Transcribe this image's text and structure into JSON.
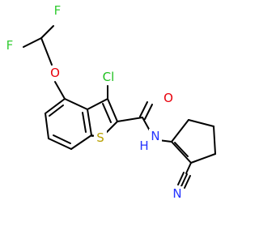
{
  "colors": {
    "carbon_bond": "#000000",
    "fluorine": "#33cc33",
    "oxygen": "#e8000b",
    "chlorine": "#1fc01f",
    "sulfur": "#b8a000",
    "nitrogen": "#2433ff",
    "background": "#ffffff"
  },
  "atoms": {
    "f_top": {
      "text": "F",
      "element": "fluorine"
    },
    "f_left": {
      "text": "F",
      "element": "fluorine"
    },
    "o_ether": {
      "text": "O",
      "element": "oxygen"
    },
    "cl": {
      "text": "Cl",
      "element": "chlorine"
    },
    "o_carbonyl": {
      "text": "O",
      "element": "oxygen"
    },
    "s_ring": {
      "text": "S",
      "element": "sulfur"
    },
    "nh": {
      "text": "N",
      "element": "nitrogen"
    },
    "h_amide": {
      "text": "H",
      "element": "nitrogen"
    },
    "n_nitrile": {
      "text": "N",
      "element": "nitrogen"
    }
  }
}
